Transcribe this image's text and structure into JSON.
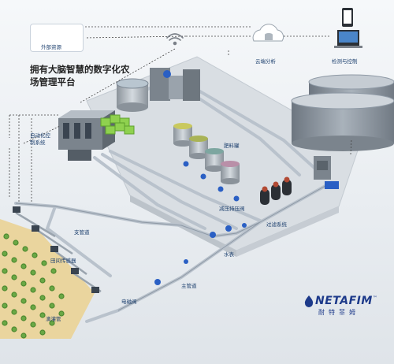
{
  "title": "拥有大脑智慧的数字化农场管理平台",
  "external": {
    "label": "外部资源"
  },
  "cloud": {
    "label": "云端分析"
  },
  "monitor": {
    "label": "检测与控制"
  },
  "labels": {
    "automation": "自动化控制系统",
    "fertilizer_tank": "肥料罐",
    "pressure_valve": "减压持压阀",
    "filtration": "过滤系统",
    "water_meter": "水表",
    "main_pipe": "主管道",
    "branch_pipe": "支管道",
    "field_sensor": "田间传感器",
    "solenoid_valve": "电磁阀",
    "drip_pipe": "滴灌管"
  },
  "brand": {
    "name": "NETAFIM",
    "tm": "™",
    "chinese": "耐特菲姆"
  },
  "colors": {
    "pipe": "#b9c2cc",
    "pipe_dark": "#8e99a5",
    "valve": "#2a5fc4",
    "platform": "#d9dee3",
    "field": "#e8d39a",
    "plant": "#5c9a3a"
  }
}
